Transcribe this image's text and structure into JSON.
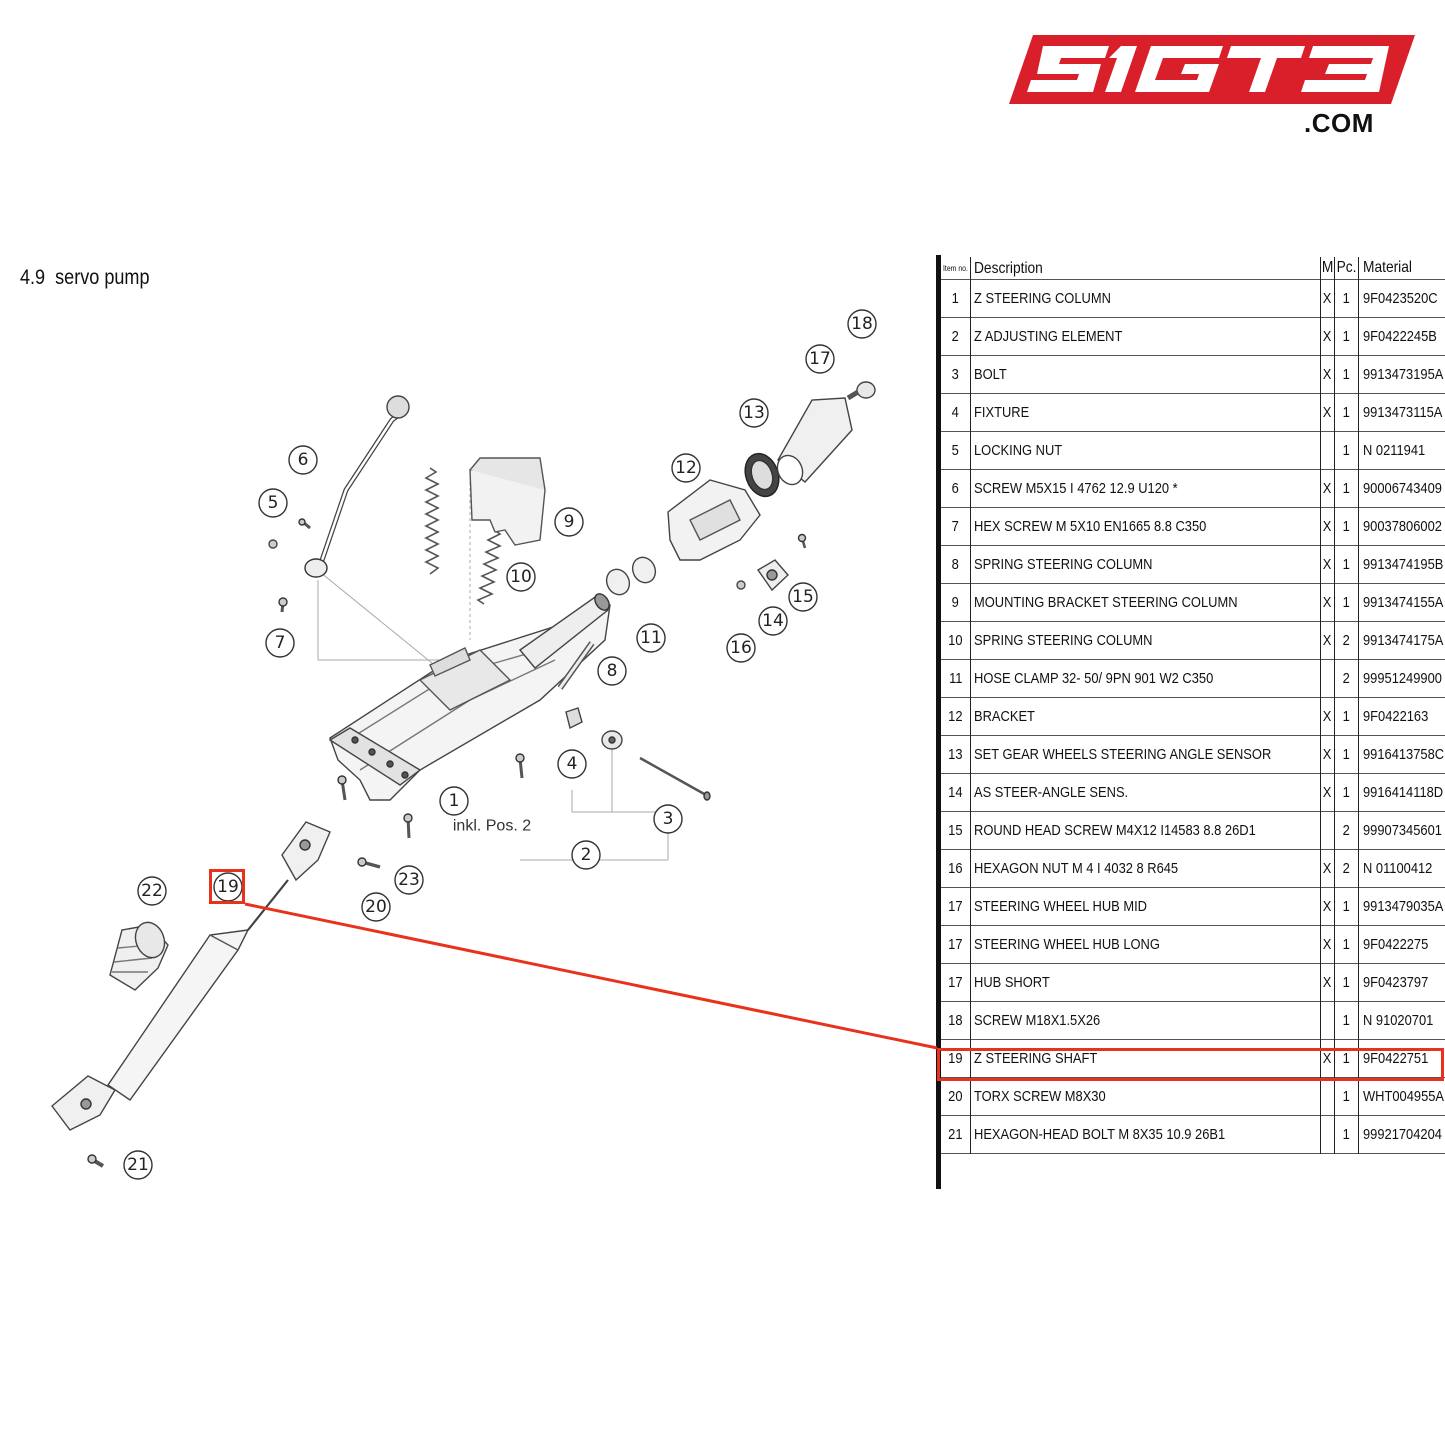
{
  "brand": {
    "logo_text": "SIGT3",
    "domain": ".COM",
    "logo_color": "#d9202a"
  },
  "section": {
    "number": "4.9",
    "title": "servo pump"
  },
  "diagram": {
    "note": "inkl. Pos. 2",
    "callouts": [
      "1",
      "2",
      "3",
      "4",
      "5",
      "6",
      "7",
      "8",
      "9",
      "10",
      "11",
      "12",
      "13",
      "14",
      "15",
      "16",
      "17",
      "18",
      "19",
      "20",
      "21",
      "22",
      "23"
    ],
    "highlighted_callout": "19",
    "highlight_color": "#e8321c"
  },
  "table": {
    "headers": {
      "item": "Item no.",
      "description": "Description",
      "m": "M",
      "pc": "Pc.",
      "material": "Material"
    },
    "rows": [
      {
        "item": "1",
        "description": "Z STEERING COLUMN",
        "m": "X",
        "pc": "1",
        "material": "9F0423520C"
      },
      {
        "item": "2",
        "description": "Z ADJUSTING ELEMENT",
        "m": "X",
        "pc": "1",
        "material": "9F0422245B"
      },
      {
        "item": "3",
        "description": "BOLT",
        "m": "X",
        "pc": "1",
        "material": "9913473195A"
      },
      {
        "item": "4",
        "description": "FIXTURE",
        "m": "X",
        "pc": "1",
        "material": "9913473115A"
      },
      {
        "item": "5",
        "description": "LOCKING NUT",
        "m": "",
        "pc": "1",
        "material": "N 0211941"
      },
      {
        "item": "6",
        "description": "SCREW M5X15 I 4762 12.9 U120 *",
        "m": "X",
        "pc": "1",
        "material": "90006743409"
      },
      {
        "item": "7",
        "description": "HEX SCREW M 5X10 EN1665 8.8 C350",
        "m": "X",
        "pc": "1",
        "material": "90037806002"
      },
      {
        "item": "8",
        "description": "SPRING STEERING COLUMN",
        "m": "X",
        "pc": "1",
        "material": "9913474195B"
      },
      {
        "item": "9",
        "description": "MOUNTING BRACKET STEERING COLUMN",
        "m": "X",
        "pc": "1",
        "material": "9913474155A"
      },
      {
        "item": "10",
        "description": "SPRING STEERING COLUMN",
        "m": "X",
        "pc": "2",
        "material": "9913474175A"
      },
      {
        "item": "11",
        "description": "HOSE CLAMP 32- 50/ 9PN 901 W2 C350",
        "m": "",
        "pc": "2",
        "material": "99951249900"
      },
      {
        "item": "12",
        "description": "BRACKET",
        "m": "X",
        "pc": "1",
        "material": "9F0422163"
      },
      {
        "item": "13",
        "description": "SET GEAR WHEELS STEERING ANGLE SENSOR",
        "m": "X",
        "pc": "1",
        "material": "9916413758C"
      },
      {
        "item": "14",
        "description": "AS STEER-ANGLE SENS.",
        "m": "X",
        "pc": "1",
        "material": "9916414118D"
      },
      {
        "item": "15",
        "description": "ROUND HEAD SCREW M4X12 I14583 8.8 26D1",
        "m": "",
        "pc": "2",
        "material": "99907345601"
      },
      {
        "item": "16",
        "description": "HEXAGON NUT M 4 I 4032 8 R645",
        "m": "X",
        "pc": "2",
        "material": "N 01100412"
      },
      {
        "item": "17",
        "description": "STEERING WHEEL HUB MID",
        "m": "X",
        "pc": "1",
        "material": "9913479035A"
      },
      {
        "item": "17",
        "description": "STEERING WHEEL HUB LONG",
        "m": "X",
        "pc": "1",
        "material": "9F0422275"
      },
      {
        "item": "17",
        "description": "HUB SHORT",
        "m": "X",
        "pc": "1",
        "material": "9F0423797"
      },
      {
        "item": "18",
        "description": "SCREW M18X1.5X26",
        "m": "",
        "pc": "1",
        "material": "N 91020701"
      },
      {
        "item": "19",
        "description": "Z STEERING SHAFT",
        "m": "X",
        "pc": "1",
        "material": "9F0422751"
      },
      {
        "item": "20",
        "description": "TORX SCREW M8X30",
        "m": "",
        "pc": "1",
        "material": "WHT004955A"
      },
      {
        "item": "21",
        "description": "HEXAGON-HEAD BOLT M 8X35 10.9 26B1",
        "m": "",
        "pc": "1",
        "material": "99921704204"
      }
    ]
  }
}
